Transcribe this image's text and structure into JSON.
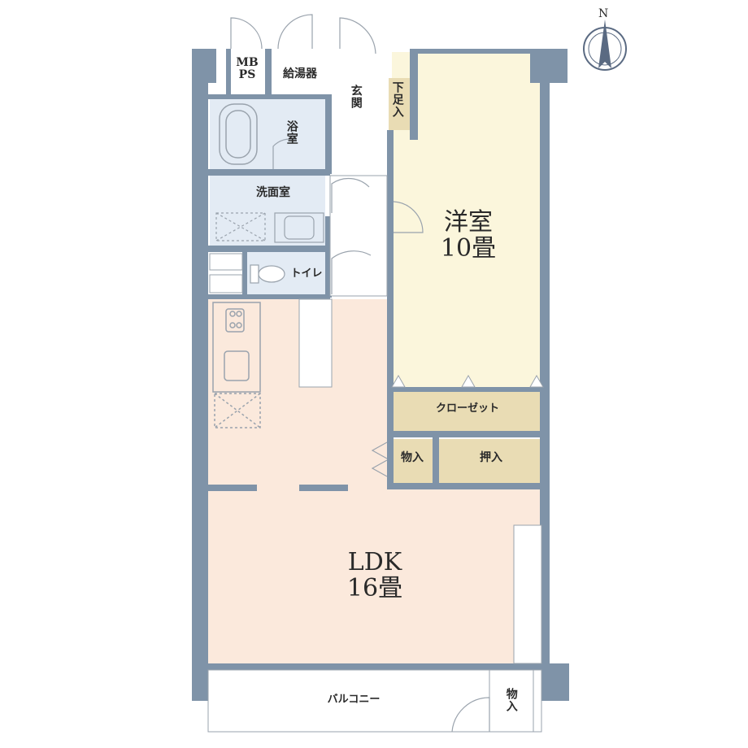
{
  "compass": {
    "north_label": "N"
  },
  "rooms": {
    "mbps_line1": "MB",
    "mbps_line2": "PS",
    "water_heater": "給湯器",
    "entrance": "玄関",
    "shoe_cabinet": "下足入",
    "bath": "浴室",
    "washroom": "洗面室",
    "toilet": "トイレ",
    "western_room": "洋室",
    "western_room_size": "10畳",
    "closet": "クローゼット",
    "storage_small": "物入",
    "oshiire": "押入",
    "ldk": "LDK",
    "ldk_size": "16畳",
    "balcony": "バルコニー",
    "balcony_storage": "物入"
  },
  "colors": {
    "wall": "#7f93a8",
    "ldk_floor": "#fbe9dc",
    "western_floor": "#fbf6dc",
    "wet_floor": "#e3ebf4",
    "storage_floor": "#e9dcb4",
    "outline": "#9aa3ad"
  }
}
